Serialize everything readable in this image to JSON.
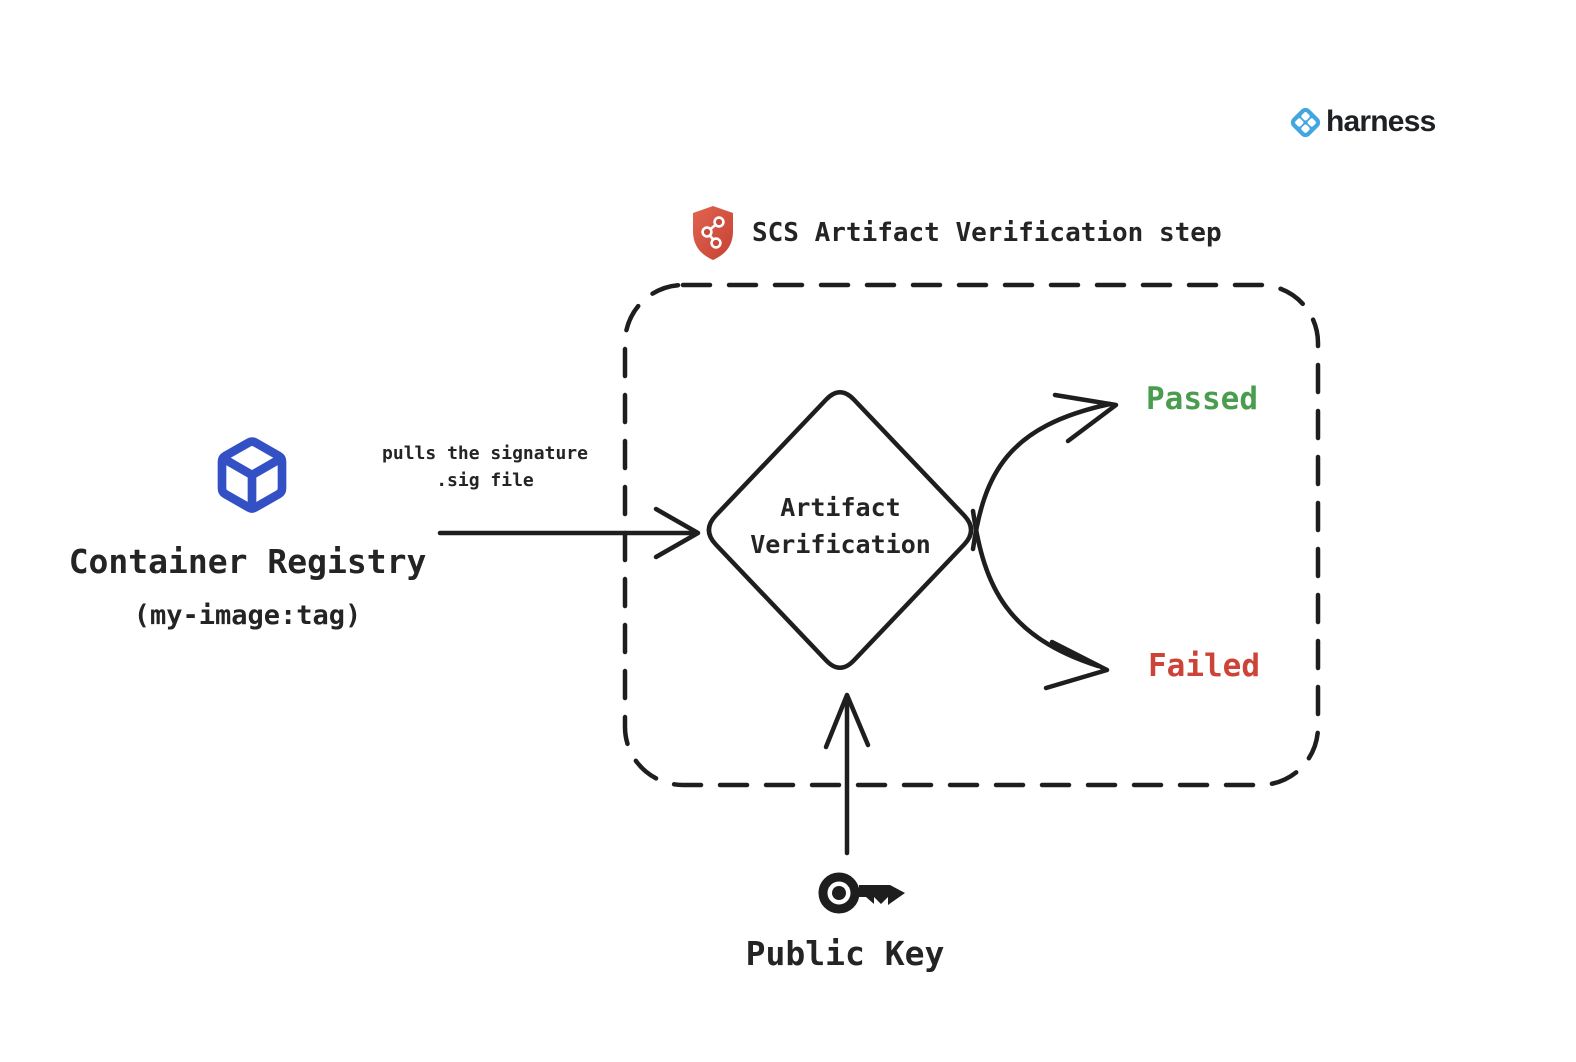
{
  "logo": {
    "text": "harness",
    "icon_color": "#42a7e0",
    "text_color": "#1d2125"
  },
  "header": {
    "title": "SCS Artifact Verification step",
    "shield_color": "#d5503e"
  },
  "container_registry": {
    "title": "Container Registry",
    "subtitle": "(my-image:tag)",
    "cube_color": "#3351c5"
  },
  "arrow_label": {
    "line1": "pulls the signature",
    "line2": ".sig file"
  },
  "diamond": {
    "line1": "Artifact",
    "line2": "Verification"
  },
  "outcomes": {
    "passed": {
      "label": "Passed",
      "color": "#4a9d4f"
    },
    "failed": {
      "label": "Failed",
      "color": "#cc4338"
    }
  },
  "public_key": {
    "label": "Public Key"
  },
  "stroke_color": "#1e1e1e"
}
